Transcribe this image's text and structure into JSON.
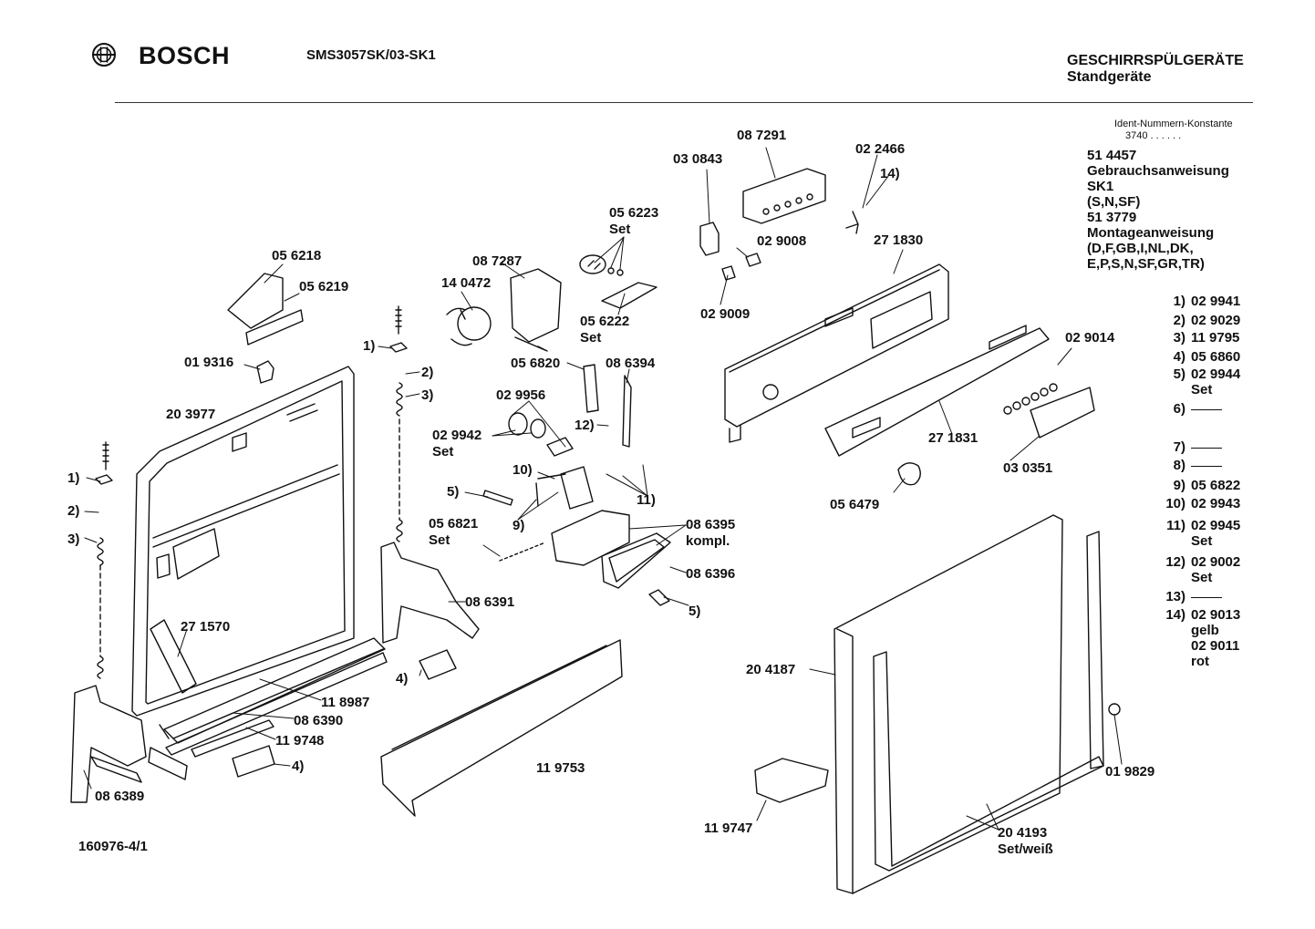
{
  "header": {
    "brand": "BOSCH",
    "model": "SMS3057SK/03-SK1",
    "category_line1": "GESCHIRRSPÜLGERÄTE",
    "category_line2": "Standgeräte"
  },
  "sidebar": {
    "ident_title": "Ident-Nummern-Konstante",
    "ident_value": "3740  . .  . . . .",
    "docs": [
      "51 4457",
      "Gebrauchsanweisung",
      "SK1",
      "(S,N,SF)",
      "51 3779",
      "Montageanweisung",
      "(D,F,GB,I,NL,DK,",
      "E,P,S,N,SF,GR,TR)"
    ]
  },
  "legend": [
    {
      "key": "1)",
      "value": "02 9941",
      "extra": ""
    },
    {
      "key": "2)",
      "value": "02 9029",
      "extra": ""
    },
    {
      "key": "3)",
      "value": "11 9795",
      "extra": ""
    },
    {
      "key": "4)",
      "value": "05 6860",
      "extra": ""
    },
    {
      "key": "5)",
      "value": "02 9944",
      "extra": "Set"
    },
    {
      "key": "6)",
      "value": "",
      "extra": ""
    },
    {
      "key": "7)",
      "value": "",
      "extra": ""
    },
    {
      "key": "8)",
      "value": "",
      "extra": ""
    },
    {
      "key": "9)",
      "value": "05 6822",
      "extra": ""
    },
    {
      "key": "10)",
      "value": "02 9943",
      "extra": ""
    },
    {
      "key": "11)",
      "value": "02 9945",
      "extra": "Set"
    },
    {
      "key": "12)",
      "value": "02 9002",
      "extra": "Set"
    },
    {
      "key": "13)",
      "value": "",
      "extra": ""
    },
    {
      "key": "14)",
      "value": "02 9013",
      "extra": "gelb|02 9011|rot"
    }
  ],
  "labels": {
    "p056218": "05 6218",
    "p056219": "05 6219",
    "p019316": "01 9316",
    "p203977": "20 3977",
    "k1a": "1)",
    "k2a": "2)",
    "k3a": "3)",
    "k1b": "1)",
    "k2b": "2)",
    "k3b": "3)",
    "p140472": "14 0472",
    "p087287": "08 7287",
    "p056223": "05 6223",
    "set1": "Set",
    "p056222": "05 6222",
    "set2": "Set",
    "p030843": "03 0843",
    "p087291": "08 7291",
    "p022466": "02 2466",
    "k14": "14)",
    "p029008": "02 9008",
    "p271830": "27 1830",
    "p029009": "02 9009",
    "p056820": "05 6820",
    "p086394": "08 6394",
    "p029956": "02 9956",
    "p029942": "02 9942",
    "set3": "Set",
    "k12": "12)",
    "k10": "10)",
    "k5a": "5)",
    "k9": "9)",
    "k11": "11)",
    "p056821": "05 6821",
    "set4": "Set",
    "p086395": "08 6395",
    "kompl": "kompl.",
    "p086396": "08 6396",
    "k5b": "5)",
    "p029014": "02 9014",
    "p271831": "27 1831",
    "p030351": "03 0351",
    "p056479": "05 6479",
    "p086391": "08 6391",
    "p271570": "27 1570",
    "k4a": "4)",
    "p118987": "11 8987",
    "p086390": "08 6390",
    "p119748": "11 9748",
    "k4b": "4)",
    "p086389": "08 6389",
    "p119753": "11 9753",
    "p204187": "20 4187",
    "p019829": "01 9829",
    "p119747": "11 9747",
    "p204193": "20 4193",
    "setweiss": "Set/weiß"
  },
  "footer": {
    "doc_number": "160976-4/1"
  }
}
